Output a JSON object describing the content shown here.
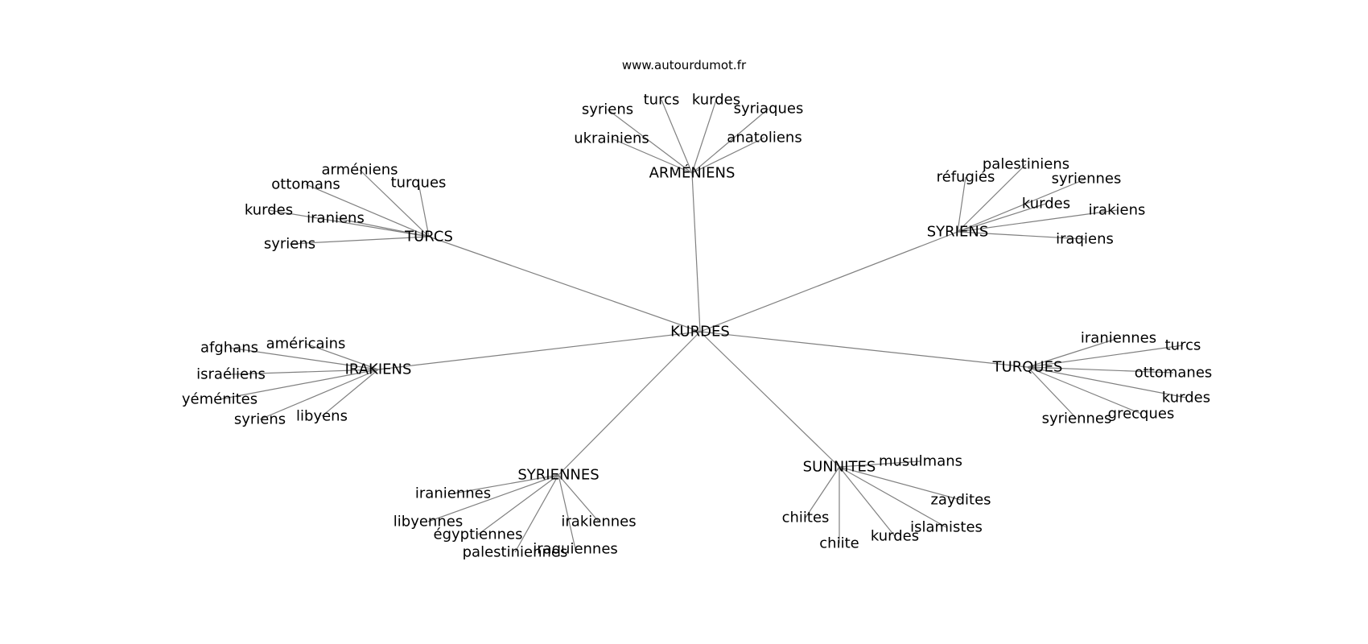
{
  "watermark": "www.autourdumot.fr",
  "graph": {
    "root": "KURDES",
    "hubs": [
      {
        "label": "ARMÉNIENS",
        "leaves": [
          "syriens",
          "turcs",
          "kurdes",
          "syriaques",
          "ukrainiens",
          "anatoliens"
        ]
      },
      {
        "label": "TURCS",
        "leaves": [
          "arméniens",
          "ottomans",
          "turques",
          "kurdes",
          "iraniens",
          "syriens"
        ]
      },
      {
        "label": "SYRIENS",
        "leaves": [
          "réfugiés",
          "palestiniens",
          "syriennes",
          "kurdes",
          "irakiens",
          "iraqiens"
        ]
      },
      {
        "label": "IRAKIENS",
        "leaves": [
          "afghans",
          "américains",
          "israéliens",
          "yéménites",
          "syriens",
          "libyens"
        ]
      },
      {
        "label": "TURQUES",
        "leaves": [
          "iraniennes",
          "turcs",
          "ottomanes",
          "kurdes",
          "grecques",
          "syriennes"
        ]
      },
      {
        "label": "SYRIENNES",
        "leaves": [
          "iraniennes",
          "libyennes",
          "égyptiennes",
          "palestiniennes",
          "iraquiennes",
          "irakiennes"
        ]
      },
      {
        "label": "SUNNITES",
        "leaves": [
          "musulmans",
          "zaydites",
          "islamistes",
          "kurdes",
          "chiite",
          "chiites"
        ]
      }
    ]
  }
}
